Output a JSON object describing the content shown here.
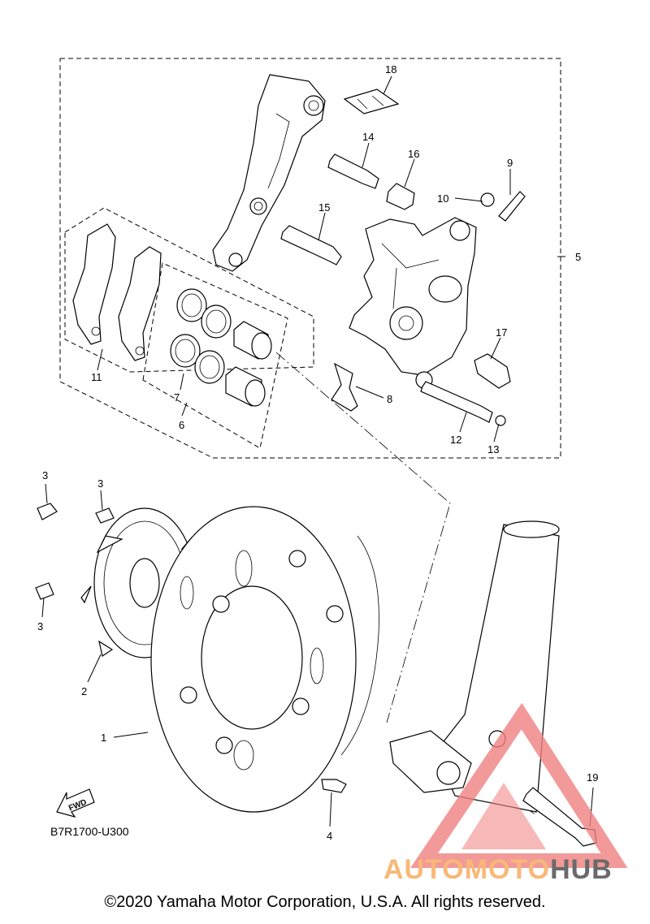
{
  "callouts": [
    {
      "id": "c1",
      "text": "1"
    },
    {
      "id": "c2",
      "text": "2"
    },
    {
      "id": "c3a",
      "text": "3"
    },
    {
      "id": "c3b",
      "text": "3"
    },
    {
      "id": "c3c",
      "text": "3"
    },
    {
      "id": "c4",
      "text": "4"
    },
    {
      "id": "c5",
      "text": "5"
    },
    {
      "id": "c6",
      "text": "6"
    },
    {
      "id": "c7",
      "text": "7"
    },
    {
      "id": "c8",
      "text": "8"
    },
    {
      "id": "c9",
      "text": "9"
    },
    {
      "id": "c10",
      "text": "10"
    },
    {
      "id": "c11",
      "text": "11"
    },
    {
      "id": "c12",
      "text": "12"
    },
    {
      "id": "c13",
      "text": "13"
    },
    {
      "id": "c14",
      "text": "14"
    },
    {
      "id": "c15",
      "text": "15"
    },
    {
      "id": "c16",
      "text": "16"
    },
    {
      "id": "c17",
      "text": "17"
    },
    {
      "id": "c18",
      "text": "18"
    },
    {
      "id": "c19",
      "text": "19"
    }
  ],
  "fwd_label": "FWD",
  "diagram_code": "B7R1700-U300",
  "copyright": "©2020 Yamaha Motor Corporation, U.S.A. All rights reserved.",
  "watermark": {
    "part1": "AUTOMOTO",
    "part2": "HUB",
    "color_primary": "#f08080",
    "color_text_a": "#f8b878",
    "color_text_b": "#6a6a6a"
  }
}
